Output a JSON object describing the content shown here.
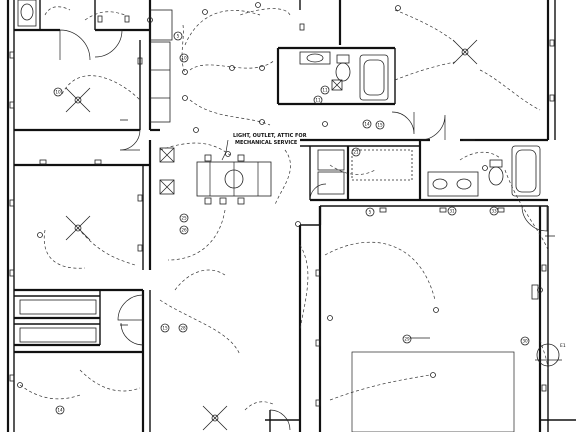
{
  "annotations": {
    "attic_note_line1": "LIGHT, OUTLET, ATTIC FOR",
    "attic_note_line2": "MECHANICAL SERVICE",
    "panel_label": "E1"
  },
  "circuit_tags": [
    "5",
    "10",
    "11",
    "14",
    "15",
    "21",
    "25",
    "26",
    "28",
    "29",
    "30",
    "31",
    "33"
  ],
  "colors": {
    "line": "#111111",
    "background": "#ffffff"
  },
  "icons": [
    "ceiling-fan-icon",
    "light-fixture-icon",
    "outlet-icon",
    "switch-icon",
    "smoke-detector-icon",
    "electrical-panel-icon",
    "door-swing-icon",
    "toilet-icon",
    "tub-icon",
    "sink-icon"
  ]
}
